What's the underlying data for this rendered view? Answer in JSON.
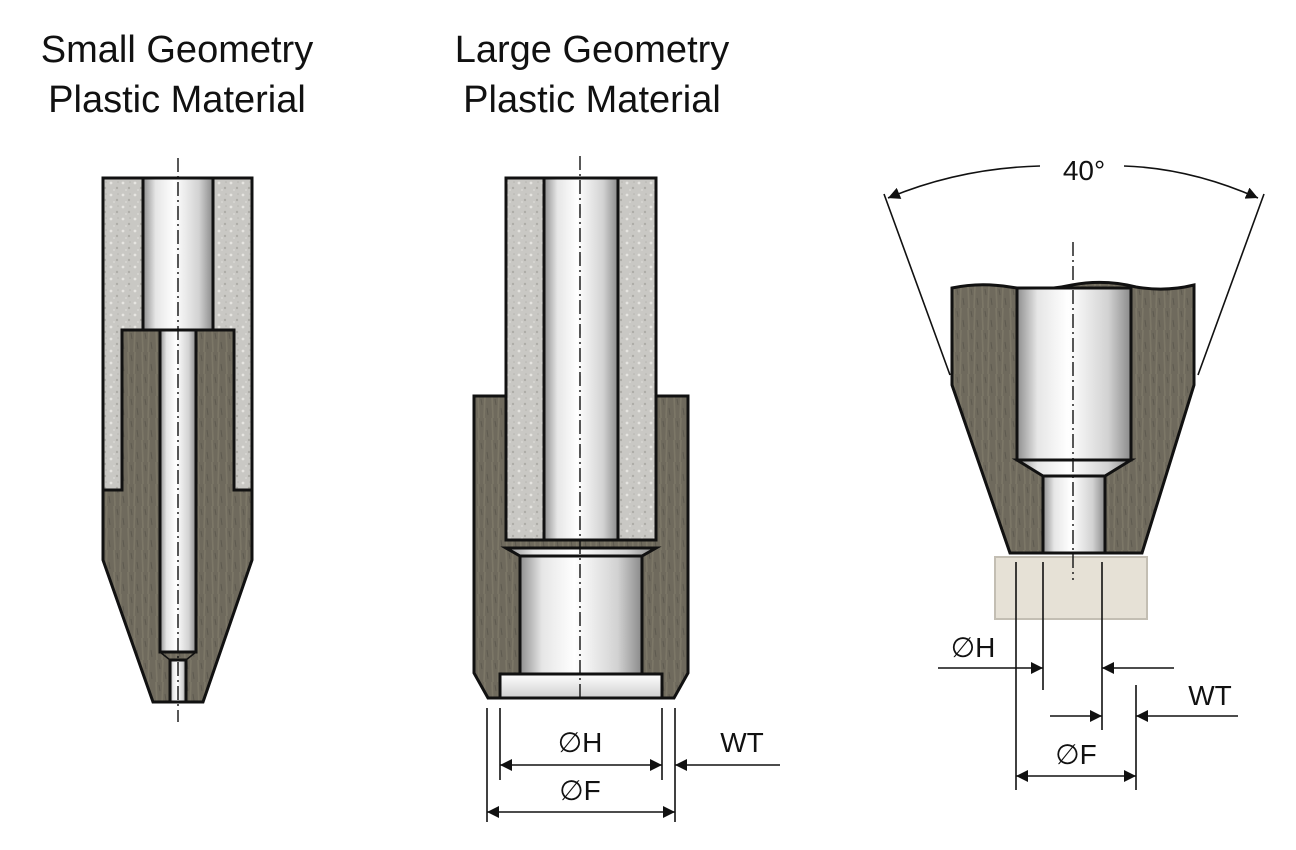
{
  "diagrams": {
    "small": {
      "title_line1": "Small Geometry",
      "title_line2": "Plastic Material"
    },
    "large": {
      "title_line1": "Large Geometry",
      "title_line2": "Plastic Material",
      "dim_h": "∅H",
      "dim_f": "∅F",
      "dim_wt": "WT"
    },
    "detail": {
      "angle": "40°",
      "dim_h": "∅H",
      "dim_f": "∅F",
      "dim_wt": "WT"
    }
  },
  "colors": {
    "steel": "#6f6a5d",
    "insulation": "#c9c8c4",
    "bore_light": "#f2f2f2",
    "bore_dark": "#9a9a9a",
    "melt": "#e4ded2",
    "line": "#111111"
  }
}
